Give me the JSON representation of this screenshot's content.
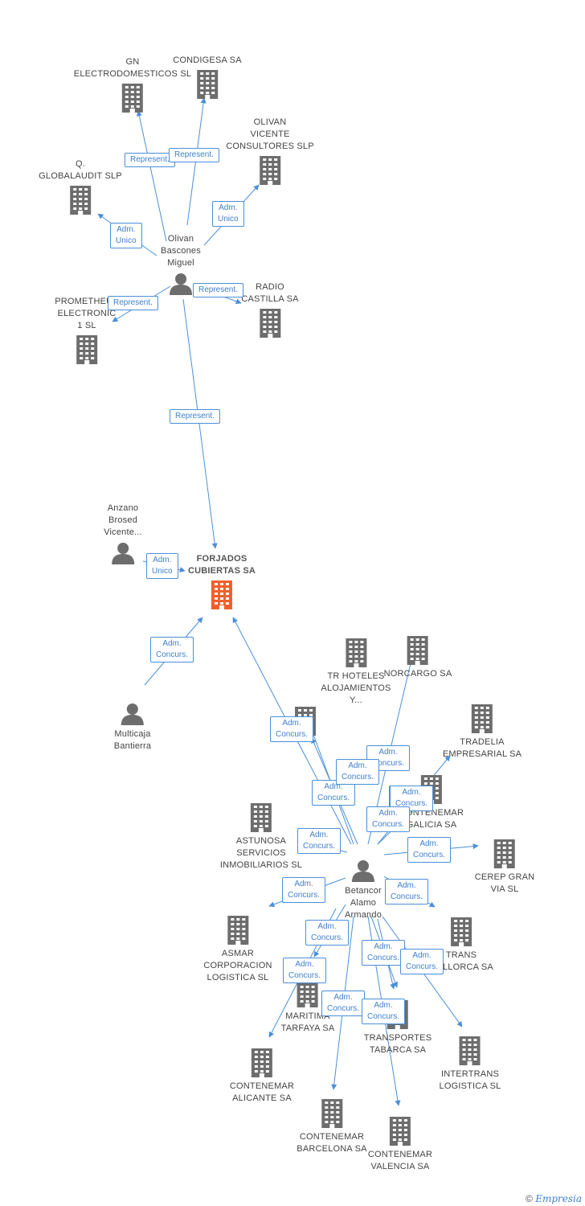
{
  "colors": {
    "edge": "#4a8fd9",
    "building": "#6d6d6d",
    "center": "#f0602c",
    "person": "#6d6d6d"
  },
  "nodes": [
    {
      "id": "gn",
      "type": "company",
      "label": "GN\nELECTRODOMESTICOS SL"
    },
    {
      "id": "condigesa",
      "type": "company",
      "label": "CONDIGESA SA"
    },
    {
      "id": "olivan_vicente",
      "type": "company",
      "label": "OLIVAN\nVICENTE\nCONSULTORES SLP"
    },
    {
      "id": "qglobal",
      "type": "company",
      "label": "Q.\nGLOBALAUDIT SLP"
    },
    {
      "id": "olivan_person",
      "type": "person",
      "label": "Olivan\nBascones\nMiguel"
    },
    {
      "id": "prometheus",
      "type": "company",
      "label": "PROMETHEUS\nELECTRONIC\n1 SL"
    },
    {
      "id": "radio",
      "type": "company",
      "label": "RADIO\nCASTILLA SA"
    },
    {
      "id": "anzano",
      "type": "person",
      "label": "Anzano\nBrosed\nVicente..."
    },
    {
      "id": "forjados",
      "type": "center",
      "label": "FORJADOS\nCUBIERTAS SA"
    },
    {
      "id": "multicaja",
      "type": "person",
      "label": "Multicaja\nBantierra"
    },
    {
      "id": "tr_hoteles",
      "type": "company",
      "label": "TR HOTELES\nALOJAMIENTOS\nY..."
    },
    {
      "id": "norcargo",
      "type": "company",
      "label": "NORCARGO SA"
    },
    {
      "id": "hidden1",
      "type": "company",
      "label": ""
    },
    {
      "id": "tradelia",
      "type": "company",
      "label": "TRADELIA\nEMPRESARIAL SA"
    },
    {
      "id": "contenemar_galicia",
      "type": "company",
      "label": "CONTENEMAR\nGALICIA SA"
    },
    {
      "id": "astunosa",
      "type": "company",
      "label": "ASTUNOSA\nSERVICIOS\nINMOBILIARIOS SL"
    },
    {
      "id": "betancor",
      "type": "person",
      "label": "Betancor\nAlamo\nArmando"
    },
    {
      "id": "cerep",
      "type": "company",
      "label": "CEREP GRAN\nVIA SL"
    },
    {
      "id": "asmar",
      "type": "company",
      "label": "ASMAR\nCORPORACION\nLOGISTICA SL"
    },
    {
      "id": "trans_mallorca",
      "type": "company",
      "label": "TRANS\nMALLORCA SA"
    },
    {
      "id": "maritima",
      "type": "company",
      "label": "MARITIMA\nTARFAYA SA"
    },
    {
      "id": "tabarca",
      "type": "company",
      "label": "TRANSPORTES\nTABARCA SA"
    },
    {
      "id": "intertrans",
      "type": "company",
      "label": "INTERTRANS\nLOGISTICA SL"
    },
    {
      "id": "alicante",
      "type": "company",
      "label": "CONTENEMAR\nALICANTE SA"
    },
    {
      "id": "barcelona",
      "type": "company",
      "label": "CONTENEMAR\nBARCELONA SA"
    },
    {
      "id": "valencia",
      "type": "company",
      "label": "CONTENEMAR\nVALENCIA SA"
    }
  ],
  "edges": [
    {
      "from": "olivan_person",
      "to": "gn",
      "label": "Represent."
    },
    {
      "from": "olivan_person",
      "to": "condigesa",
      "label": "Represent."
    },
    {
      "from": "olivan_person",
      "to": "olivan_vicente",
      "label": "Adm.\nUnico"
    },
    {
      "from": "olivan_person",
      "to": "qglobal",
      "label": "Adm.\nUnico"
    },
    {
      "from": "olivan_person",
      "to": "prometheus",
      "label": "Represent."
    },
    {
      "from": "olivan_person",
      "to": "radio",
      "label": "Represent."
    },
    {
      "from": "olivan_person",
      "to": "forjados",
      "label": "Represent."
    },
    {
      "from": "anzano",
      "to": "forjados",
      "label": "Adm.\nUnico"
    },
    {
      "from": "multicaja",
      "to": "forjados",
      "label": "Adm.\nConcurs."
    },
    {
      "from": "betancor",
      "to": "forjados",
      "label": "Adm.\nConcurs."
    },
    {
      "from": "betancor",
      "to": "tr_hoteles",
      "label": "Adm.\nConcurs."
    },
    {
      "from": "betancor",
      "to": "norcargo",
      "label": "Adm.\nConcurs."
    },
    {
      "from": "betancor",
      "to": "hidden1",
      "label": "Adm.\nConcurs."
    },
    {
      "from": "betancor",
      "to": "tradelia",
      "label": "Adm.\nConcurs."
    },
    {
      "from": "betancor",
      "to": "contenemar_galicia",
      "label": "Adm.\nConcurs."
    },
    {
      "from": "betancor",
      "to": "astunosa",
      "label": "Adm.\nConcurs."
    },
    {
      "from": "betancor",
      "to": "cerep",
      "label": "Adm.\nConcurs."
    },
    {
      "from": "betancor",
      "to": "asmar",
      "label": "Adm.\nConcurs."
    },
    {
      "from": "betancor",
      "to": "trans_mallorca",
      "label": "Adm.\nConcurs."
    },
    {
      "from": "betancor",
      "to": "maritima",
      "label": "Adm.\nConcurs."
    },
    {
      "from": "betancor",
      "to": "tabarca",
      "label": "Adm.\nConcurs."
    },
    {
      "from": "betancor",
      "to": "intertrans",
      "label": "Adm.\nConcurs."
    },
    {
      "from": "betancor",
      "to": "alicante",
      "label": "Adm.\nConcurs."
    },
    {
      "from": "betancor",
      "to": "barcelona",
      "label": "Adm.\nConcurs."
    },
    {
      "from": "betancor",
      "to": "valencia",
      "label": "Adm.\nConcurs."
    },
    {
      "from": "betancor",
      "to": "forjados",
      "label": "Adm.\nConcurs."
    }
  ],
  "footer": {
    "copyright": "©",
    "brand": "Empresia"
  }
}
